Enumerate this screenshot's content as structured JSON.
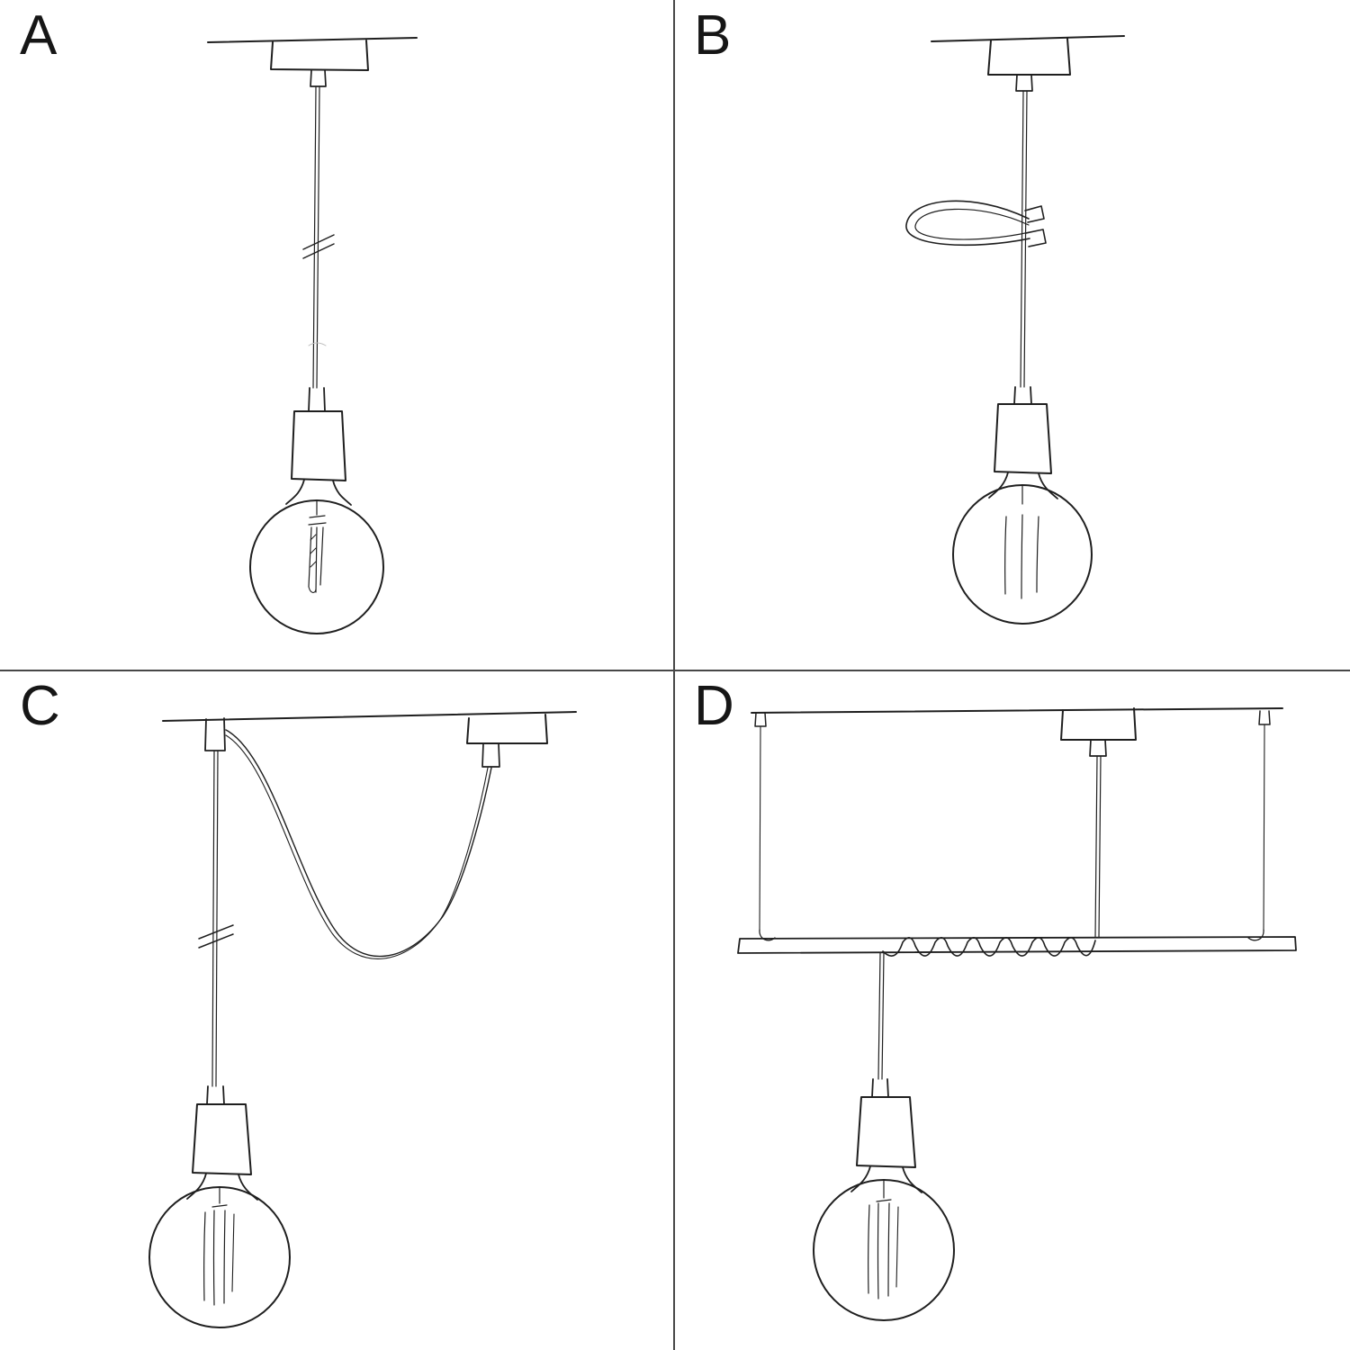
{
  "colors": {
    "stroke": "#1f1f1f",
    "divider": "#474747",
    "label": "#161616",
    "background": "#ffffff",
    "faint": "#bdbdbd"
  },
  "panels": [
    {
      "label": "A",
      "sketch": "single-pendant-straight-drop"
    },
    {
      "label": "B",
      "sketch": "pendant-with-decorative-cable-loop-clip"
    },
    {
      "label": "C",
      "sketch": "swag-pendant-between-two-ceiling-points"
    },
    {
      "label": "D",
      "sketch": "pendant-cable-wrapped-on-suspended-bar"
    }
  ]
}
